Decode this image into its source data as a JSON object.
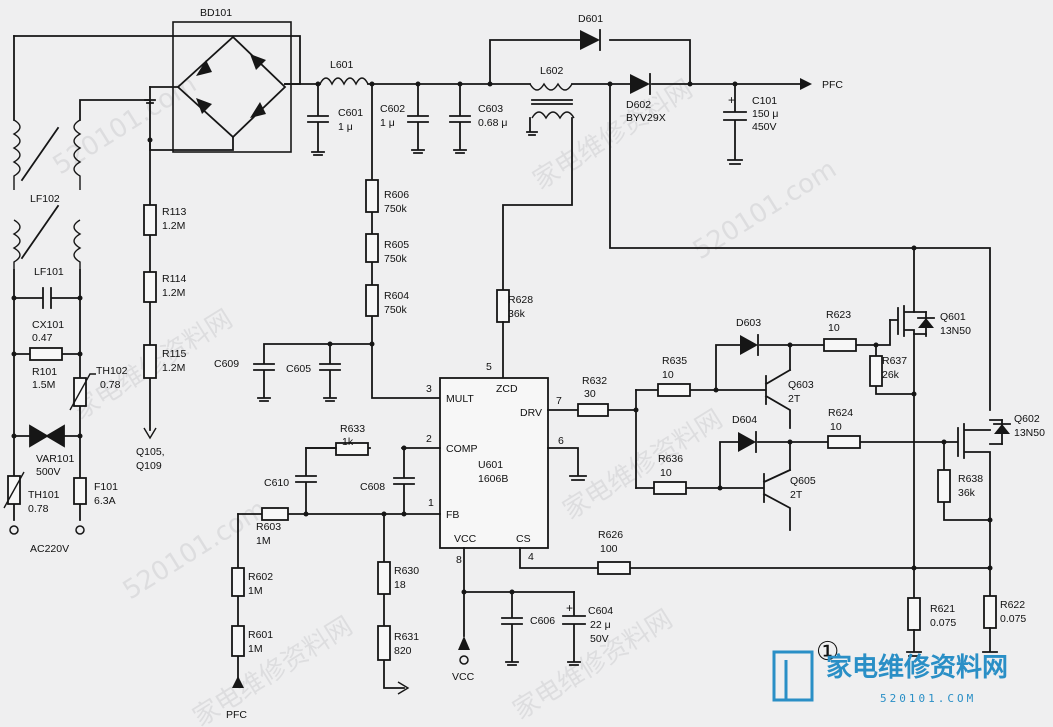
{
  "rectifier": {
    "ref": "BD101"
  },
  "filter": {
    "lf102": "LF102",
    "lf101": "LF101",
    "cx101_ref": "CX101",
    "cx101_val": "0.47",
    "r101_ref": "R101",
    "r101_val": "1.5M",
    "th102_ref": "TH102",
    "th102_val": "0.78",
    "var101_ref": "VAR101",
    "var101_val": "500V",
    "th101_ref": "TH101",
    "th101_val": "0.78",
    "f101_ref": "F101",
    "f101_val": "6.3A",
    "ac_label": "AC220V"
  },
  "divider": {
    "r113_ref": "R113",
    "r113_val": "1.2M",
    "r114_ref": "R114",
    "r114_val": "1.2M",
    "r115_ref": "R115",
    "r115_val": "1.2M",
    "q_label1": "Q105,",
    "q_label2": "Q109"
  },
  "pfc_stage": {
    "l601": "L601",
    "l602": "L602",
    "c601_ref": "C601",
    "c601_val": "1 μ",
    "c602_ref": "C602",
    "c602_val": "1 μ",
    "c603_ref": "C603",
    "c603_val": "0.68 μ",
    "d601": "D601",
    "d602_ref": "D602",
    "d602_val": "BYV29X",
    "c101_ref": "C101",
    "c101_val1": "150 μ",
    "c101_val2": "450V",
    "pfc_out": "PFC"
  },
  "mult_divider": {
    "r606_ref": "R606",
    "r606_val": "750k",
    "r605_ref": "R605",
    "r605_val": "750k",
    "r604_ref": "R604",
    "r604_val": "750k",
    "c609": "C609",
    "c605": "C605",
    "r628_ref": "R628",
    "r628_val": "36k"
  },
  "ic": {
    "ref": "U601",
    "part": "1606B",
    "pin_mult": "MULT",
    "pin_zcd": "ZCD",
    "pin_drv": "DRV",
    "pin_comp": "COMP",
    "pin_fb": "FB",
    "pin_vcc": "VCC",
    "pin_cs": "CS",
    "n1": "1",
    "n2": "2",
    "n3": "3",
    "n4": "4",
    "n5": "5",
    "n6": "6",
    "n7": "7",
    "n8": "8"
  },
  "comp_network": {
    "r633_ref": "R633",
    "r633_val": "1k",
    "c610": "C610",
    "c608": "C608",
    "r603_ref": "R603",
    "r603_val": "1M",
    "r602_ref": "R602",
    "r602_val": "1M",
    "r601_ref": "R601",
    "r601_val": "1M",
    "pfc_in": "PFC",
    "r630_ref": "R630",
    "r630_val": "18",
    "r631_ref": "R631",
    "r631_val": "820"
  },
  "supply": {
    "vcc": "VCC",
    "c606": "C606",
    "c604_ref": "C604",
    "c604_val1": "22 μ",
    "c604_val2": "50V",
    "r626_ref": "R626",
    "r626_val": "100"
  },
  "driver": {
    "r632_ref": "R632",
    "r632_val": "30",
    "d603": "D603",
    "d604": "D604",
    "r635_ref": "R635",
    "r635_val": "10",
    "r636_ref": "R636",
    "r636_val": "10",
    "q603_ref": "Q603",
    "q603_val": "2T",
    "q605_ref": "Q605",
    "q605_val": "2T",
    "r623_ref": "R623",
    "r623_val": "10",
    "r624_ref": "R624",
    "r624_val": "10",
    "q601_ref": "Q601",
    "q601_val": "13N50",
    "q602_ref": "Q602",
    "q602_val": "13N50",
    "r637_ref": "R637",
    "r637_val": "26k",
    "r638_ref": "R638",
    "r638_val": "36k",
    "r621_ref": "R621",
    "r621_val": "0.075",
    "r622_ref": "R622",
    "r622_val": "0.075"
  },
  "figure_number": "①",
  "watermark": {
    "site_cn": "家电维修资料网",
    "site_url": "520101.com",
    "logo_cn": "家电维修资料网",
    "logo_url": "520101.COM"
  }
}
